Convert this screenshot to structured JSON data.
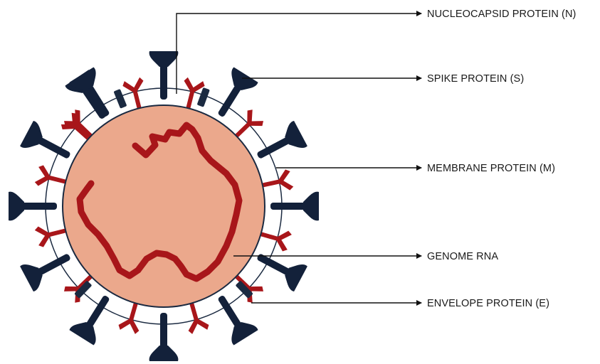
{
  "diagram": {
    "labels": [
      {
        "id": "nucleocapsid",
        "text": "NUCLEOCAPSID PROTEIN (N)"
      },
      {
        "id": "spike",
        "text": "SPIKE PROTEIN (S)"
      },
      {
        "id": "membrane",
        "text": "MEMBRANE PROTEIN (M)"
      },
      {
        "id": "genome",
        "text": "GENOME RNA"
      },
      {
        "id": "envelope",
        "text": "ENVELOPE PROTEIN (E)"
      }
    ],
    "colors": {
      "core_fill": "#EBA88C",
      "core_stroke": "#1B2A41",
      "envelope_ring": "#1B2A41",
      "spike": "#13213A",
      "membrane_protein": "#A8161A",
      "envelope_protein": "#1B2A41",
      "rna": "#A8161A",
      "leader_line": "#111111"
    },
    "icons": [
      "spike-protein-icon",
      "membrane-protein-icon",
      "envelope-protein-icon",
      "rna-strand-icon"
    ]
  }
}
